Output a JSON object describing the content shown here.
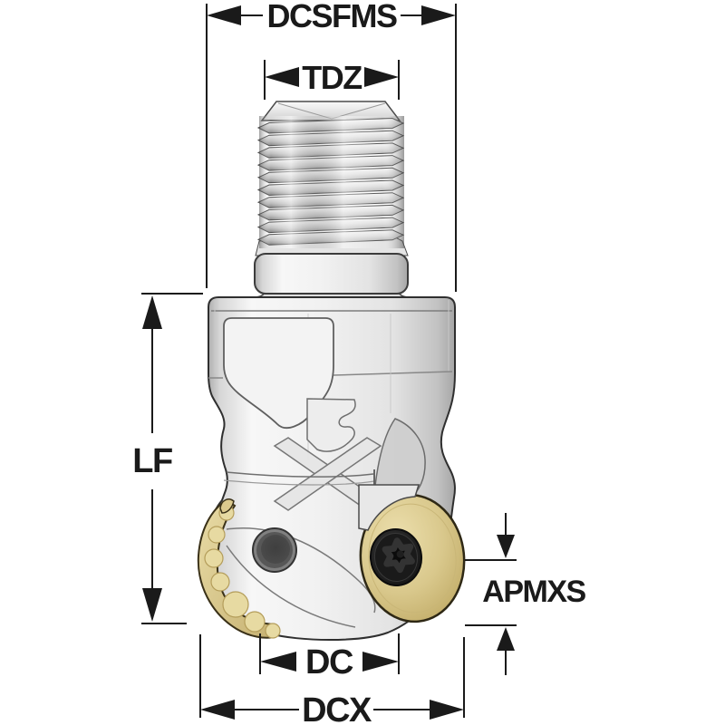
{
  "drawing": {
    "kind": "technical-dimension-drawing",
    "subject": "round-insert-milling-cutter-with-threaded-coupling",
    "labels": {
      "dcsfms": "DCSFMS",
      "tdz": "TDZ",
      "lf": "LF",
      "apmxs": "APMXS",
      "dc": "DC",
      "dcx": "DCX"
    },
    "colors": {
      "dimension_line": "#1a1a1a",
      "outline": "#2f2f2f",
      "metal_light": "#f2f2f2",
      "metal_shadow": "#a9a9a9",
      "insert_gold": "#d9c88c",
      "insert_gold_light": "#e7daa2",
      "screw_black": "#1d1d1d",
      "bore_gray": "#4a4a4a",
      "background": "#ffffff"
    }
  }
}
